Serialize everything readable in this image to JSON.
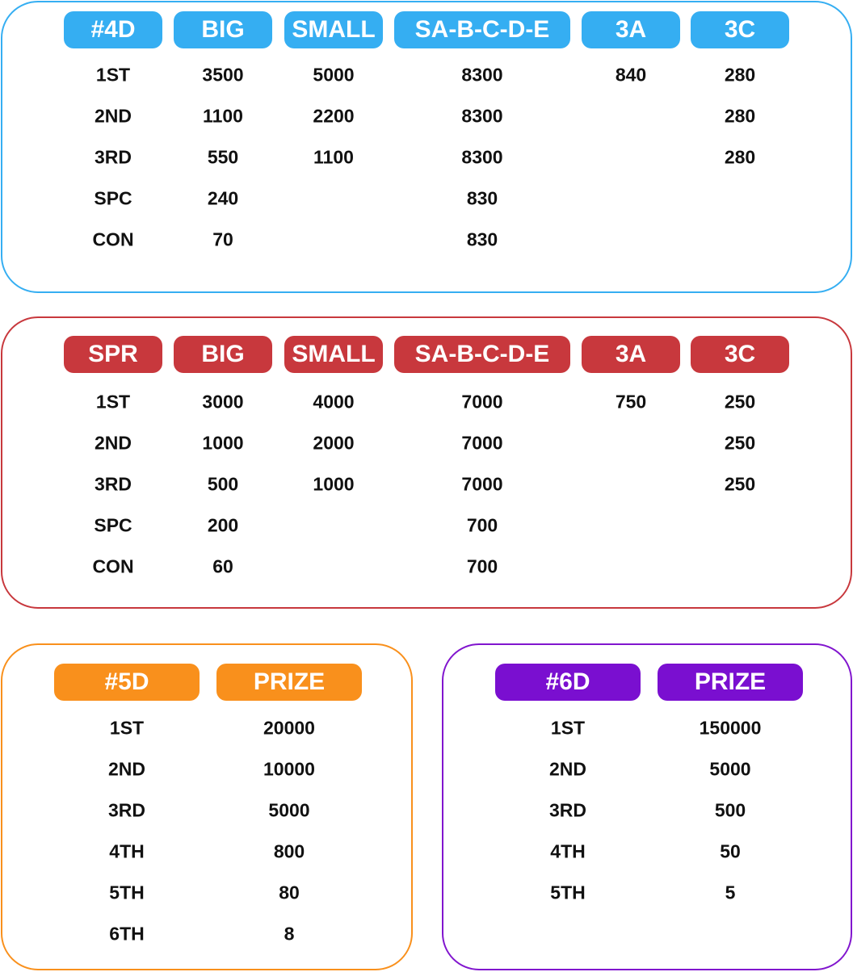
{
  "table_4d": {
    "headers": [
      "#4D",
      "BIG",
      "SMALL",
      "SA-B-C-D-E",
      "3A",
      "3C"
    ],
    "rows": [
      [
        "1ST",
        "3500",
        "5000",
        "8300",
        "840",
        "280"
      ],
      [
        "2ND",
        "1100",
        "2200",
        "8300",
        "",
        "280"
      ],
      [
        "3RD",
        "550",
        "1100",
        "8300",
        "",
        "280"
      ],
      [
        "SPC",
        "240",
        "",
        "830",
        "",
        ""
      ],
      [
        "CON",
        "70",
        "",
        "830",
        "",
        ""
      ]
    ],
    "color": "#35aef2"
  },
  "table_spr": {
    "headers": [
      "SPR",
      "BIG",
      "SMALL",
      "SA-B-C-D-E",
      "3A",
      "3C"
    ],
    "rows": [
      [
        "1ST",
        "3000",
        "4000",
        "7000",
        "750",
        "250"
      ],
      [
        "2ND",
        "1000",
        "2000",
        "7000",
        "",
        "250"
      ],
      [
        "3RD",
        "500",
        "1000",
        "7000",
        "",
        "250"
      ],
      [
        "SPC",
        "200",
        "",
        "700",
        "",
        ""
      ],
      [
        "CON",
        "60",
        "",
        "700",
        "",
        ""
      ]
    ],
    "color": "#c8383d"
  },
  "table_5d": {
    "headers": [
      "#5D",
      "PRIZE"
    ],
    "rows": [
      [
        "1ST",
        "20000"
      ],
      [
        "2ND",
        "10000"
      ],
      [
        "3RD",
        "5000"
      ],
      [
        "4TH",
        "800"
      ],
      [
        "5TH",
        "80"
      ],
      [
        "6TH",
        "8"
      ]
    ],
    "color": "#f9901c"
  },
  "table_6d": {
    "headers": [
      "#6D",
      "PRIZE"
    ],
    "rows": [
      [
        "1ST",
        "150000"
      ],
      [
        "2ND",
        "5000"
      ],
      [
        "3RD",
        "500"
      ],
      [
        "4TH",
        "50"
      ],
      [
        "5TH",
        "5"
      ]
    ],
    "color": "#7a0fd0"
  }
}
